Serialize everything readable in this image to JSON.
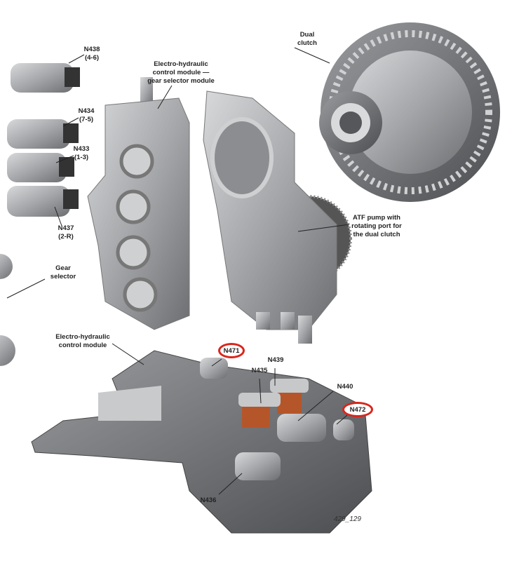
{
  "labels": {
    "dual_clutch": [
      "Dual",
      "clutch"
    ],
    "n438": [
      "N438",
      "(4-6)"
    ],
    "gear_selector_module": [
      "Electro-hydraulic",
      "control module —",
      "gear selector module"
    ],
    "n434": [
      "N434",
      "(7-5)"
    ],
    "n433": [
      "N433",
      "(1-3)"
    ],
    "n437": [
      "N437",
      "(2-R)"
    ],
    "atf_pump": [
      "ATF pump with",
      "rotating port for",
      "the dual clutch"
    ],
    "gear_selector": [
      "Gear",
      "selector"
    ],
    "control_module": [
      "Electro-hydraulic",
      "control module"
    ],
    "n471": "N471",
    "n439": "N439",
    "n435": "N435",
    "n440": "N440",
    "n472": "N472",
    "n436": "N436"
  },
  "figure_number": "429_129",
  "colors": {
    "highlight": "#d9261c",
    "part": "#a9abae",
    "part_dark": "#6d6f72",
    "coil": "#b5562a"
  }
}
